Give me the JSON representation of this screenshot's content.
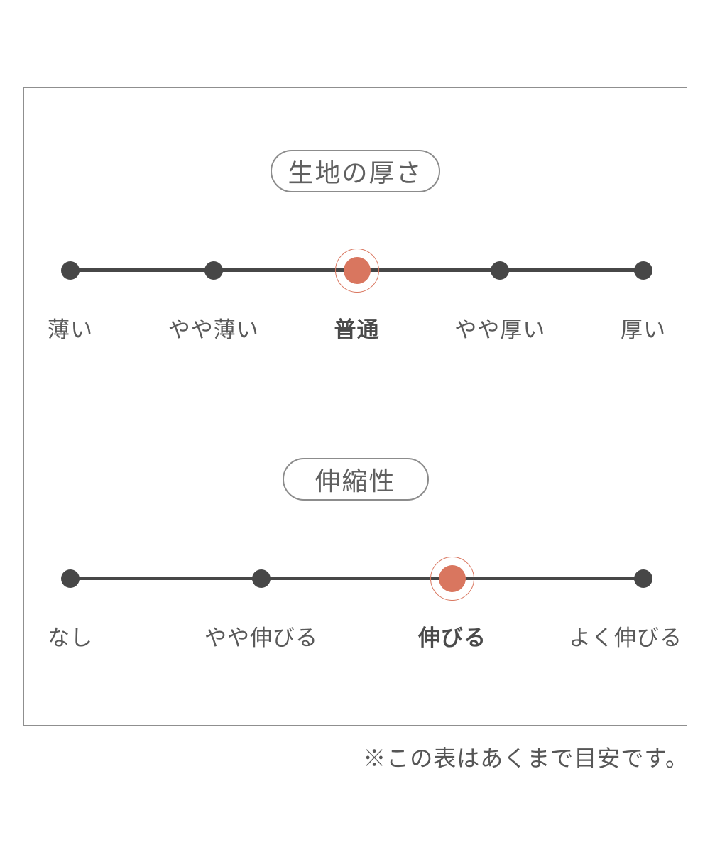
{
  "colors": {
    "accent": "#d9765f",
    "ink": "#474747",
    "label": "#595959",
    "border": "#8f8f8f"
  },
  "footer": {
    "note": "※この表はあくまで目安です。"
  },
  "chart_data": [
    {
      "type": "scale",
      "id": "fabric-thickness",
      "title": "生地の厚さ",
      "categories": [
        "薄い",
        "やや薄い",
        "普通",
        "やや厚い",
        "厚い"
      ],
      "selected": "普通",
      "selected_index": 2
    },
    {
      "type": "scale",
      "id": "stretchability",
      "title": "伸縮性",
      "categories": [
        "なし",
        "やや伸びる",
        "伸びる",
        "よく伸びる"
      ],
      "selected": "伸びる",
      "selected_index": 2
    }
  ]
}
